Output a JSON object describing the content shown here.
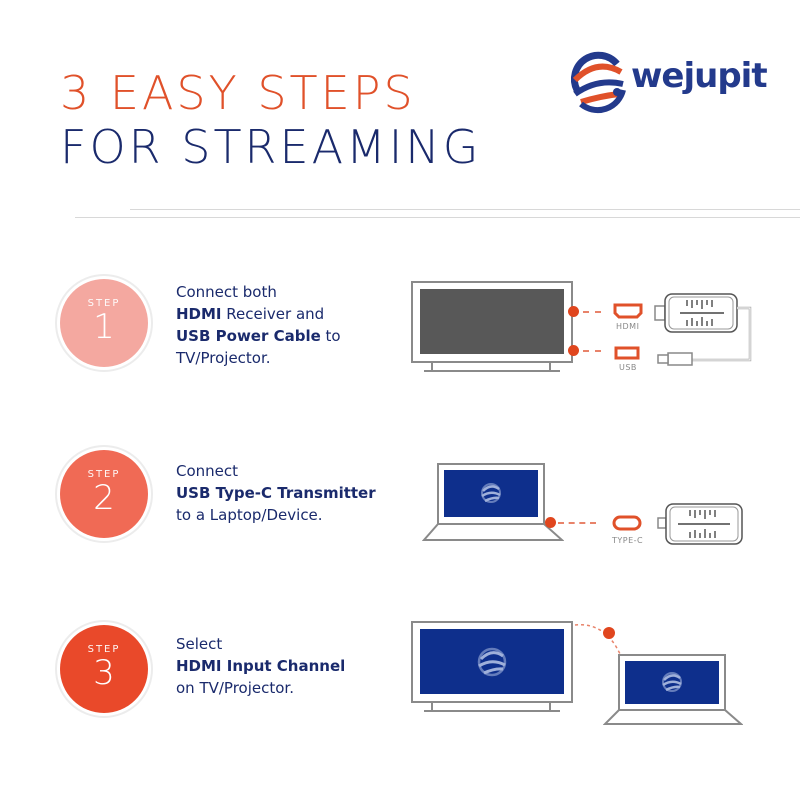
{
  "header": {
    "title_line1": "3 EASY STEPS",
    "title_line2": "FOR STREAMING",
    "logo_text": "wejupit"
  },
  "colors": {
    "accent_orange": "#e0512a",
    "navy": "#1a2a6c",
    "step1": "#f4a8a0",
    "step2": "#f06a55",
    "step3": "#e9492a",
    "screen_blue": "#0e2f8c",
    "screen_gray": "#585858"
  },
  "steps": [
    {
      "label": "STEP",
      "number": "1",
      "line1": "Connect both",
      "line2_bold": "HDMI",
      "line2_rest": " Receiver and",
      "line3_bold": "USB Power Cable",
      "line3_rest": " to",
      "line4": "TV/Projector.",
      "ports": [
        "HDMI",
        "USB"
      ]
    },
    {
      "label": "STEP",
      "number": "2",
      "line1": "Connect",
      "line2_bold": "USB Type-C Transmitter",
      "line3": "to a Laptop/Device.",
      "ports": [
        "TYPE-C"
      ]
    },
    {
      "label": "STEP",
      "number": "3",
      "line1": "Select",
      "line2_bold": "HDMI Input Channel",
      "line3": "on TV/Projector."
    }
  ]
}
